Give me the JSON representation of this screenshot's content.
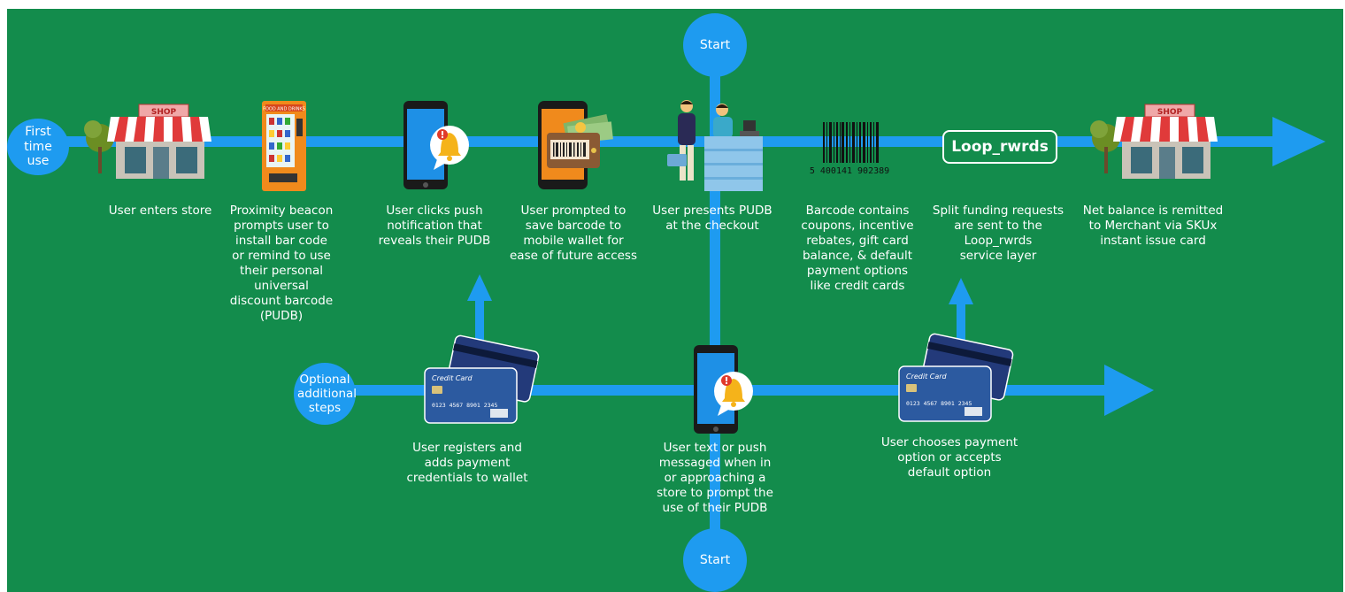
{
  "colors": {
    "background": "#138c4c",
    "arrow": "#1e9bf0",
    "text": "#ffffff"
  },
  "circles": {
    "first_time": "First time use",
    "start_top": "Start",
    "optional": "Optional additional steps",
    "start_bottom": "Start"
  },
  "badge": {
    "text": "Loop_rwrds"
  },
  "barcode": {
    "number": "5 400141 902389"
  },
  "icons": {
    "shop_left": "shop-icon",
    "vending": "vending-machine-icon",
    "vending_sign": "FOOD AND DRINKS",
    "phone_notify": "phone-bell-icon",
    "phone_wallet": "phone-wallet-icon",
    "checkout": "checkout-people-icon",
    "barcode": "barcode-icon",
    "shop_right": "shop-icon",
    "shop_sign": "SHOP",
    "cards_left": "credit-card-icon",
    "phone_bottom": "phone-bell-icon",
    "cards_right": "credit-card-icon",
    "card_title": "Credit Card",
    "card_number": "0123 4567 8901 2345"
  },
  "labels": {
    "enter_store": [
      "User enters store"
    ],
    "beacon": [
      "Proximity beacon",
      "prompts user to",
      "install bar code",
      "or remind to use",
      "their personal universal",
      "discount barcode",
      "(PUDB)"
    ],
    "clicks_push": [
      "User clicks push",
      "notification that",
      "reveals their PUDB"
    ],
    "save_barcode": [
      "User prompted to",
      "save barcode to",
      "mobile wallet for",
      "ease of future access"
    ],
    "presents": [
      "User presents PUDB",
      "at the checkout"
    ],
    "barcode_contains": [
      "Barcode contains",
      "coupons, incentive",
      "rebates, gift card",
      "balance, & default",
      "payment options",
      "like credit cards"
    ],
    "split_funding": [
      "Split funding requests",
      "are sent to the",
      "Loop_rwrds",
      "service layer"
    ],
    "net_balance": [
      "Net balance is remitted",
      "to Merchant via SKUx",
      "instant issue card"
    ],
    "registers": [
      "User registers and",
      "adds payment",
      "credentials to wallet"
    ],
    "text_push": [
      "User text or push",
      "messaged when in",
      "or approaching a",
      "store to prompt the",
      "use of their PUDB"
    ],
    "chooses": [
      "User chooses payment",
      "option or accepts",
      "default option"
    ]
  }
}
